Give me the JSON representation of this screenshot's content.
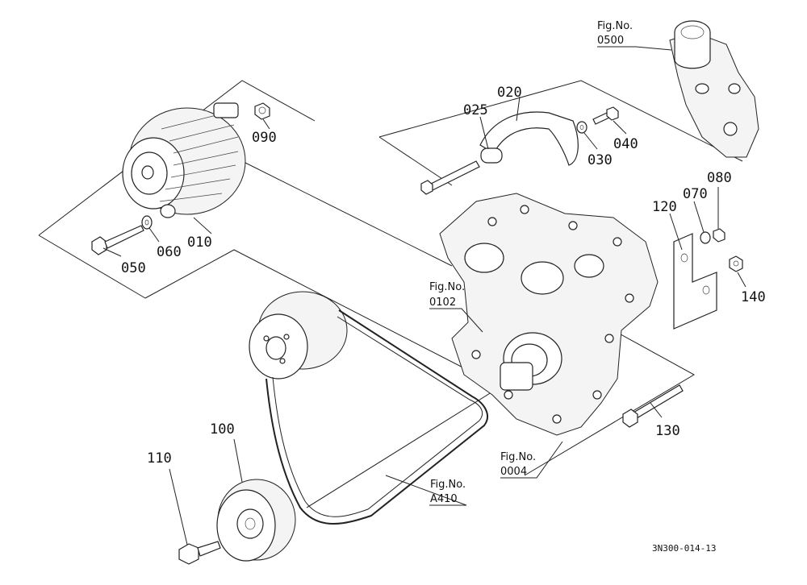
{
  "callouts": {
    "p010": "010",
    "p020": "020",
    "p025": "025",
    "p030": "030",
    "p040": "040",
    "p050": "050",
    "p060": "060",
    "p070": "070",
    "p080": "080",
    "p090": "090",
    "p100": "100",
    "p110": "110",
    "p120": "120",
    "p130": "130",
    "p140": "140"
  },
  "fig_refs": {
    "f0500": {
      "caption": "Fig.No.",
      "number": "0500"
    },
    "f0102": {
      "caption": "Fig.No.",
      "number": "0102"
    },
    "f0004": {
      "caption": "Fig.No.",
      "number": "0004"
    },
    "fA410": {
      "caption": "Fig.No.",
      "number": "A410"
    }
  },
  "drawing_code": "3N300-014-13"
}
